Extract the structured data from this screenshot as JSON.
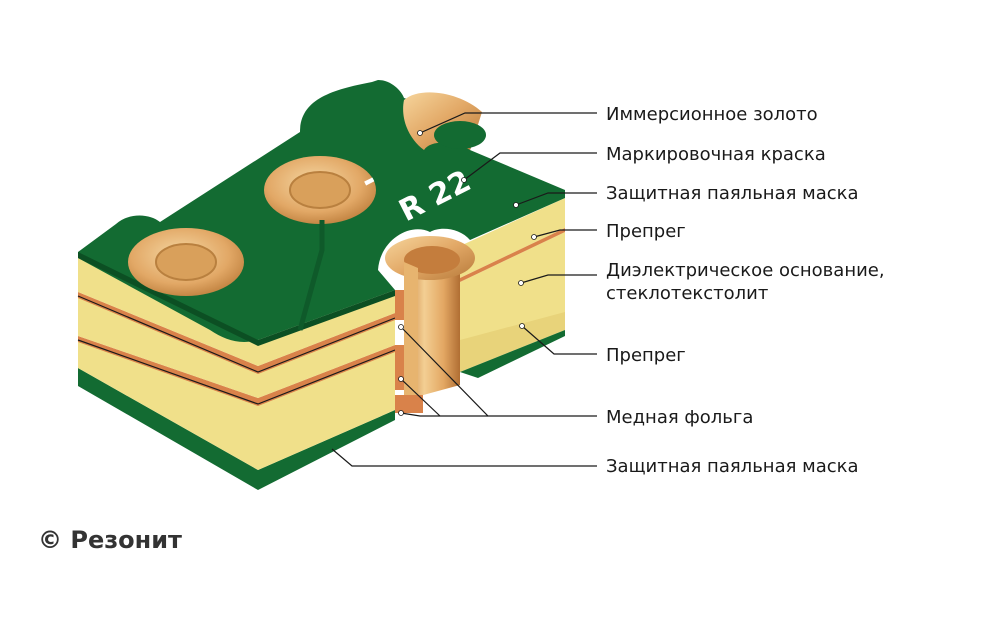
{
  "labels": {
    "immersion_gold": "Иммерсионное золото",
    "marking_ink": "Маркировочная краска",
    "solder_mask_top": "Защитная паяльная маска",
    "prepreg_top": "Препрег",
    "dielectric_line1": "Диэлектрическое основание,",
    "dielectric_line2": "стеклотекстолит",
    "prepreg_bottom": "Препрег",
    "copper_foil": "Медная фольга",
    "solder_mask_bottom": "Защитная паяльная маска"
  },
  "board_marking": {
    "designator": "R 22",
    "dash": "-"
  },
  "copyright": "© Резонит",
  "colors": {
    "solder_mask": "#136b32",
    "solder_mask_dark": "#0c4f23",
    "laminate": "#f0e08a",
    "laminate_shade": "#d9c66c",
    "copper": "#d9824a",
    "gold": "#e7b46f",
    "gold_dark": "#b9803f"
  }
}
